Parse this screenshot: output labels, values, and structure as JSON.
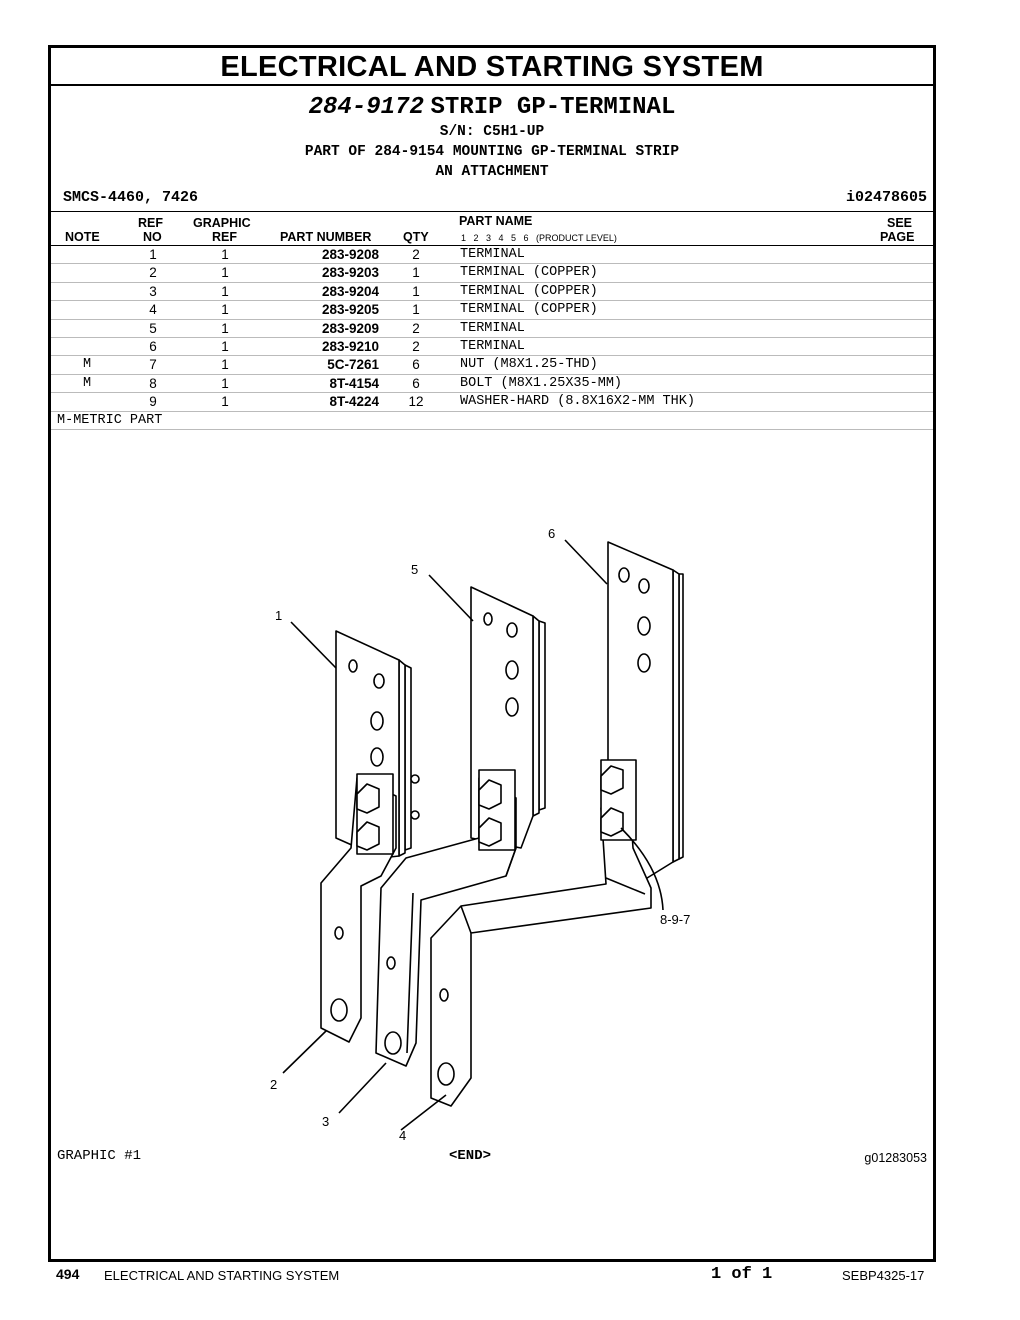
{
  "header": {
    "title": "ELECTRICAL AND STARTING SYSTEM",
    "part_no": "284-9172",
    "part_desc": "STRIP GP-TERMINAL",
    "sn": "S/N: C5H1-UP",
    "part_of": "PART OF 284-9154 MOUNTING GP-TERMINAL STRIP",
    "attachment": "AN ATTACHMENT",
    "smcs": "SMCS-4460, 7426",
    "illus_id": "i02478605"
  },
  "columns": {
    "note": "NOTE",
    "ref_top": "REF",
    "ref_bottom": "NO",
    "graphic_top": "GRAPHIC",
    "graphic_bottom": "REF",
    "part_number": "PART NUMBER",
    "qty": "QTY",
    "part_name": "PART NAME",
    "levels": "1   2   3   4   5   6   (PRODUCT LEVEL)",
    "see_top": "SEE",
    "see_bottom": "PAGE"
  },
  "rows": [
    {
      "note": "",
      "ref": "1",
      "graphic": "1",
      "part": "283-9208",
      "qty": "2",
      "name": "TERMINAL"
    },
    {
      "note": "",
      "ref": "2",
      "graphic": "1",
      "part": "283-9203",
      "qty": "1",
      "name": "TERMINAL (COPPER)"
    },
    {
      "note": "",
      "ref": "3",
      "graphic": "1",
      "part": "283-9204",
      "qty": "1",
      "name": "TERMINAL (COPPER)"
    },
    {
      "note": "",
      "ref": "4",
      "graphic": "1",
      "part": "283-9205",
      "qty": "1",
      "name": "TERMINAL (COPPER)"
    },
    {
      "note": "",
      "ref": "5",
      "graphic": "1",
      "part": "283-9209",
      "qty": "2",
      "name": "TERMINAL"
    },
    {
      "note": "",
      "ref": "6",
      "graphic": "1",
      "part": "283-9210",
      "qty": "2",
      "name": "TERMINAL"
    },
    {
      "note": "M",
      "ref": "7",
      "graphic": "1",
      "part": "5C-7261",
      "qty": "6",
      "name": "NUT (M8X1.25-THD)"
    },
    {
      "note": "M",
      "ref": "8",
      "graphic": "1",
      "part": "8T-4154",
      "qty": "6",
      "name": "BOLT (M8X1.25X35-MM)"
    },
    {
      "note": "",
      "ref": "9",
      "graphic": "1",
      "part": "8T-4224",
      "qty": "12",
      "name": "WASHER-HARD (8.8X16X2-MM THK)"
    }
  ],
  "metric_note": "M-METRIC PART",
  "graphic": {
    "label": "GRAPHIC #1",
    "end": "<END>",
    "id": "g01283053",
    "callouts": [
      "1",
      "2",
      "3",
      "4",
      "5",
      "6",
      "8-9-7"
    ]
  },
  "footer": {
    "page": "494",
    "section": "ELECTRICAL AND STARTING SYSTEM",
    "page_of": "1 of 1",
    "doc": "SEBP4325-17"
  }
}
